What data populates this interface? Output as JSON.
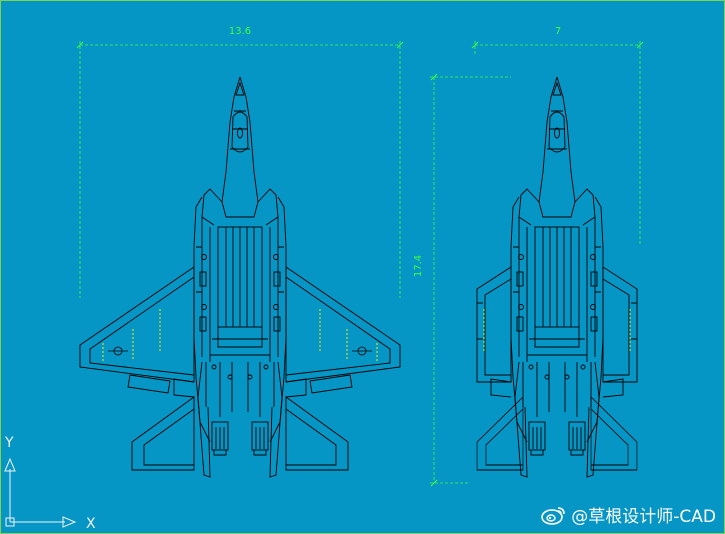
{
  "dimensions": {
    "wingspan_extended": "13.6",
    "wingspan_folded": "7",
    "length": "17.4"
  },
  "axes": {
    "x_label": "X",
    "y_label": "Y"
  },
  "watermark": {
    "text": "@草根设计师-CAD",
    "icon": "weibo-logo-icon"
  },
  "colors": {
    "background": "#0696c6",
    "dimension": "#3cff3c",
    "outline": "#000000",
    "axis": "#f2f2f2",
    "marker": "#f0f000"
  }
}
